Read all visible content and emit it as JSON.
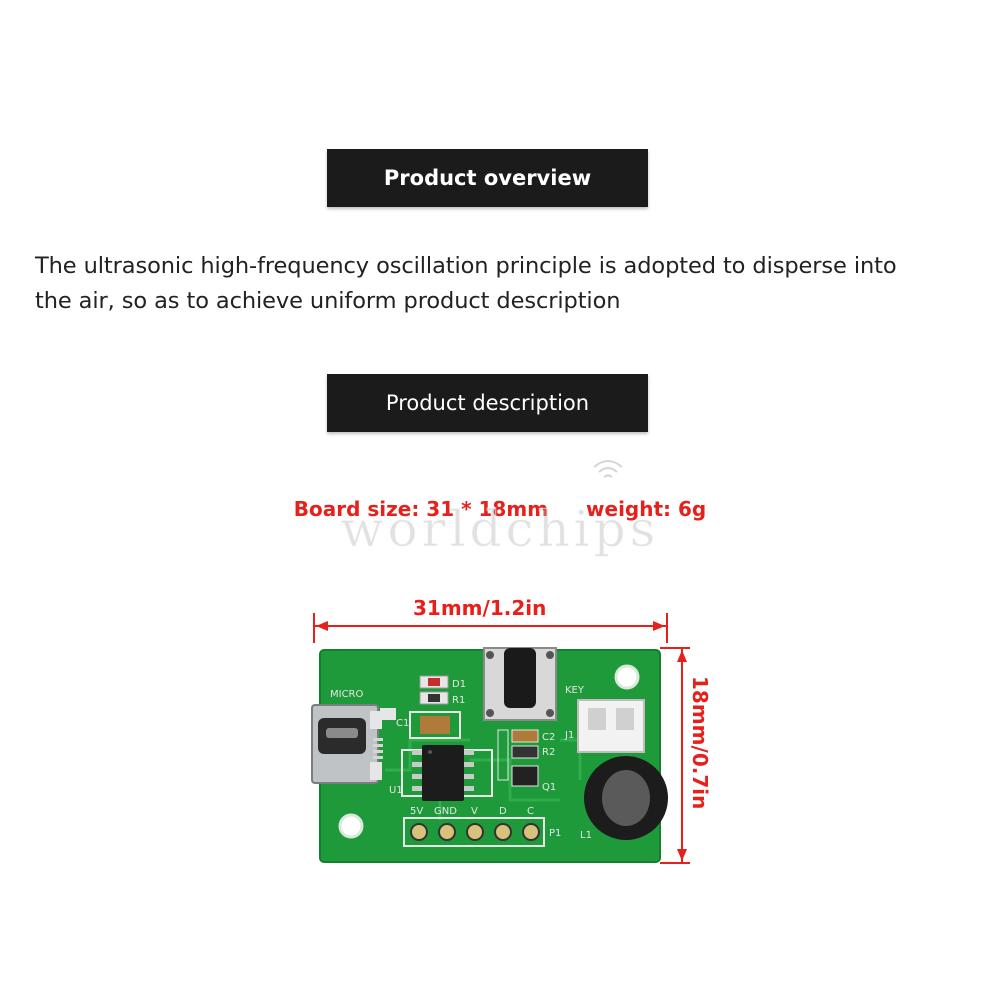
{
  "sections": {
    "overview_title": "Product overview",
    "overview_text_line1": "The ultrasonic high-frequency oscillation principle is adopted to disperse into",
    "overview_text_line2": "the air, so as to achieve uniform product description",
    "description_title": "Product description"
  },
  "specs": {
    "board_size": "Board size: 31 * 18mm",
    "weight": "weight: 6g"
  },
  "watermark": "worldchips",
  "dimensions": {
    "width_label": "31mm/1.2in",
    "height_label": "18mm/0.7in"
  },
  "board_labels": {
    "micro": "MICRO",
    "key": "KEY",
    "d1": "D1",
    "r1": "R1",
    "c1": "C1",
    "c2": "C2",
    "r2": "R2",
    "j1": "J1",
    "q1": "Q1",
    "u1": "U1",
    "l1": "L1",
    "p1": "P1",
    "pin_5v": "5V",
    "pin_gnd": "GND",
    "pin_v": "V",
    "pin_d": "D",
    "pin_c": "C"
  },
  "colors": {
    "accent_red": "#e8201b",
    "banner_bg": "#1b1b1b",
    "pcb_green": "#1f9a3a"
  }
}
